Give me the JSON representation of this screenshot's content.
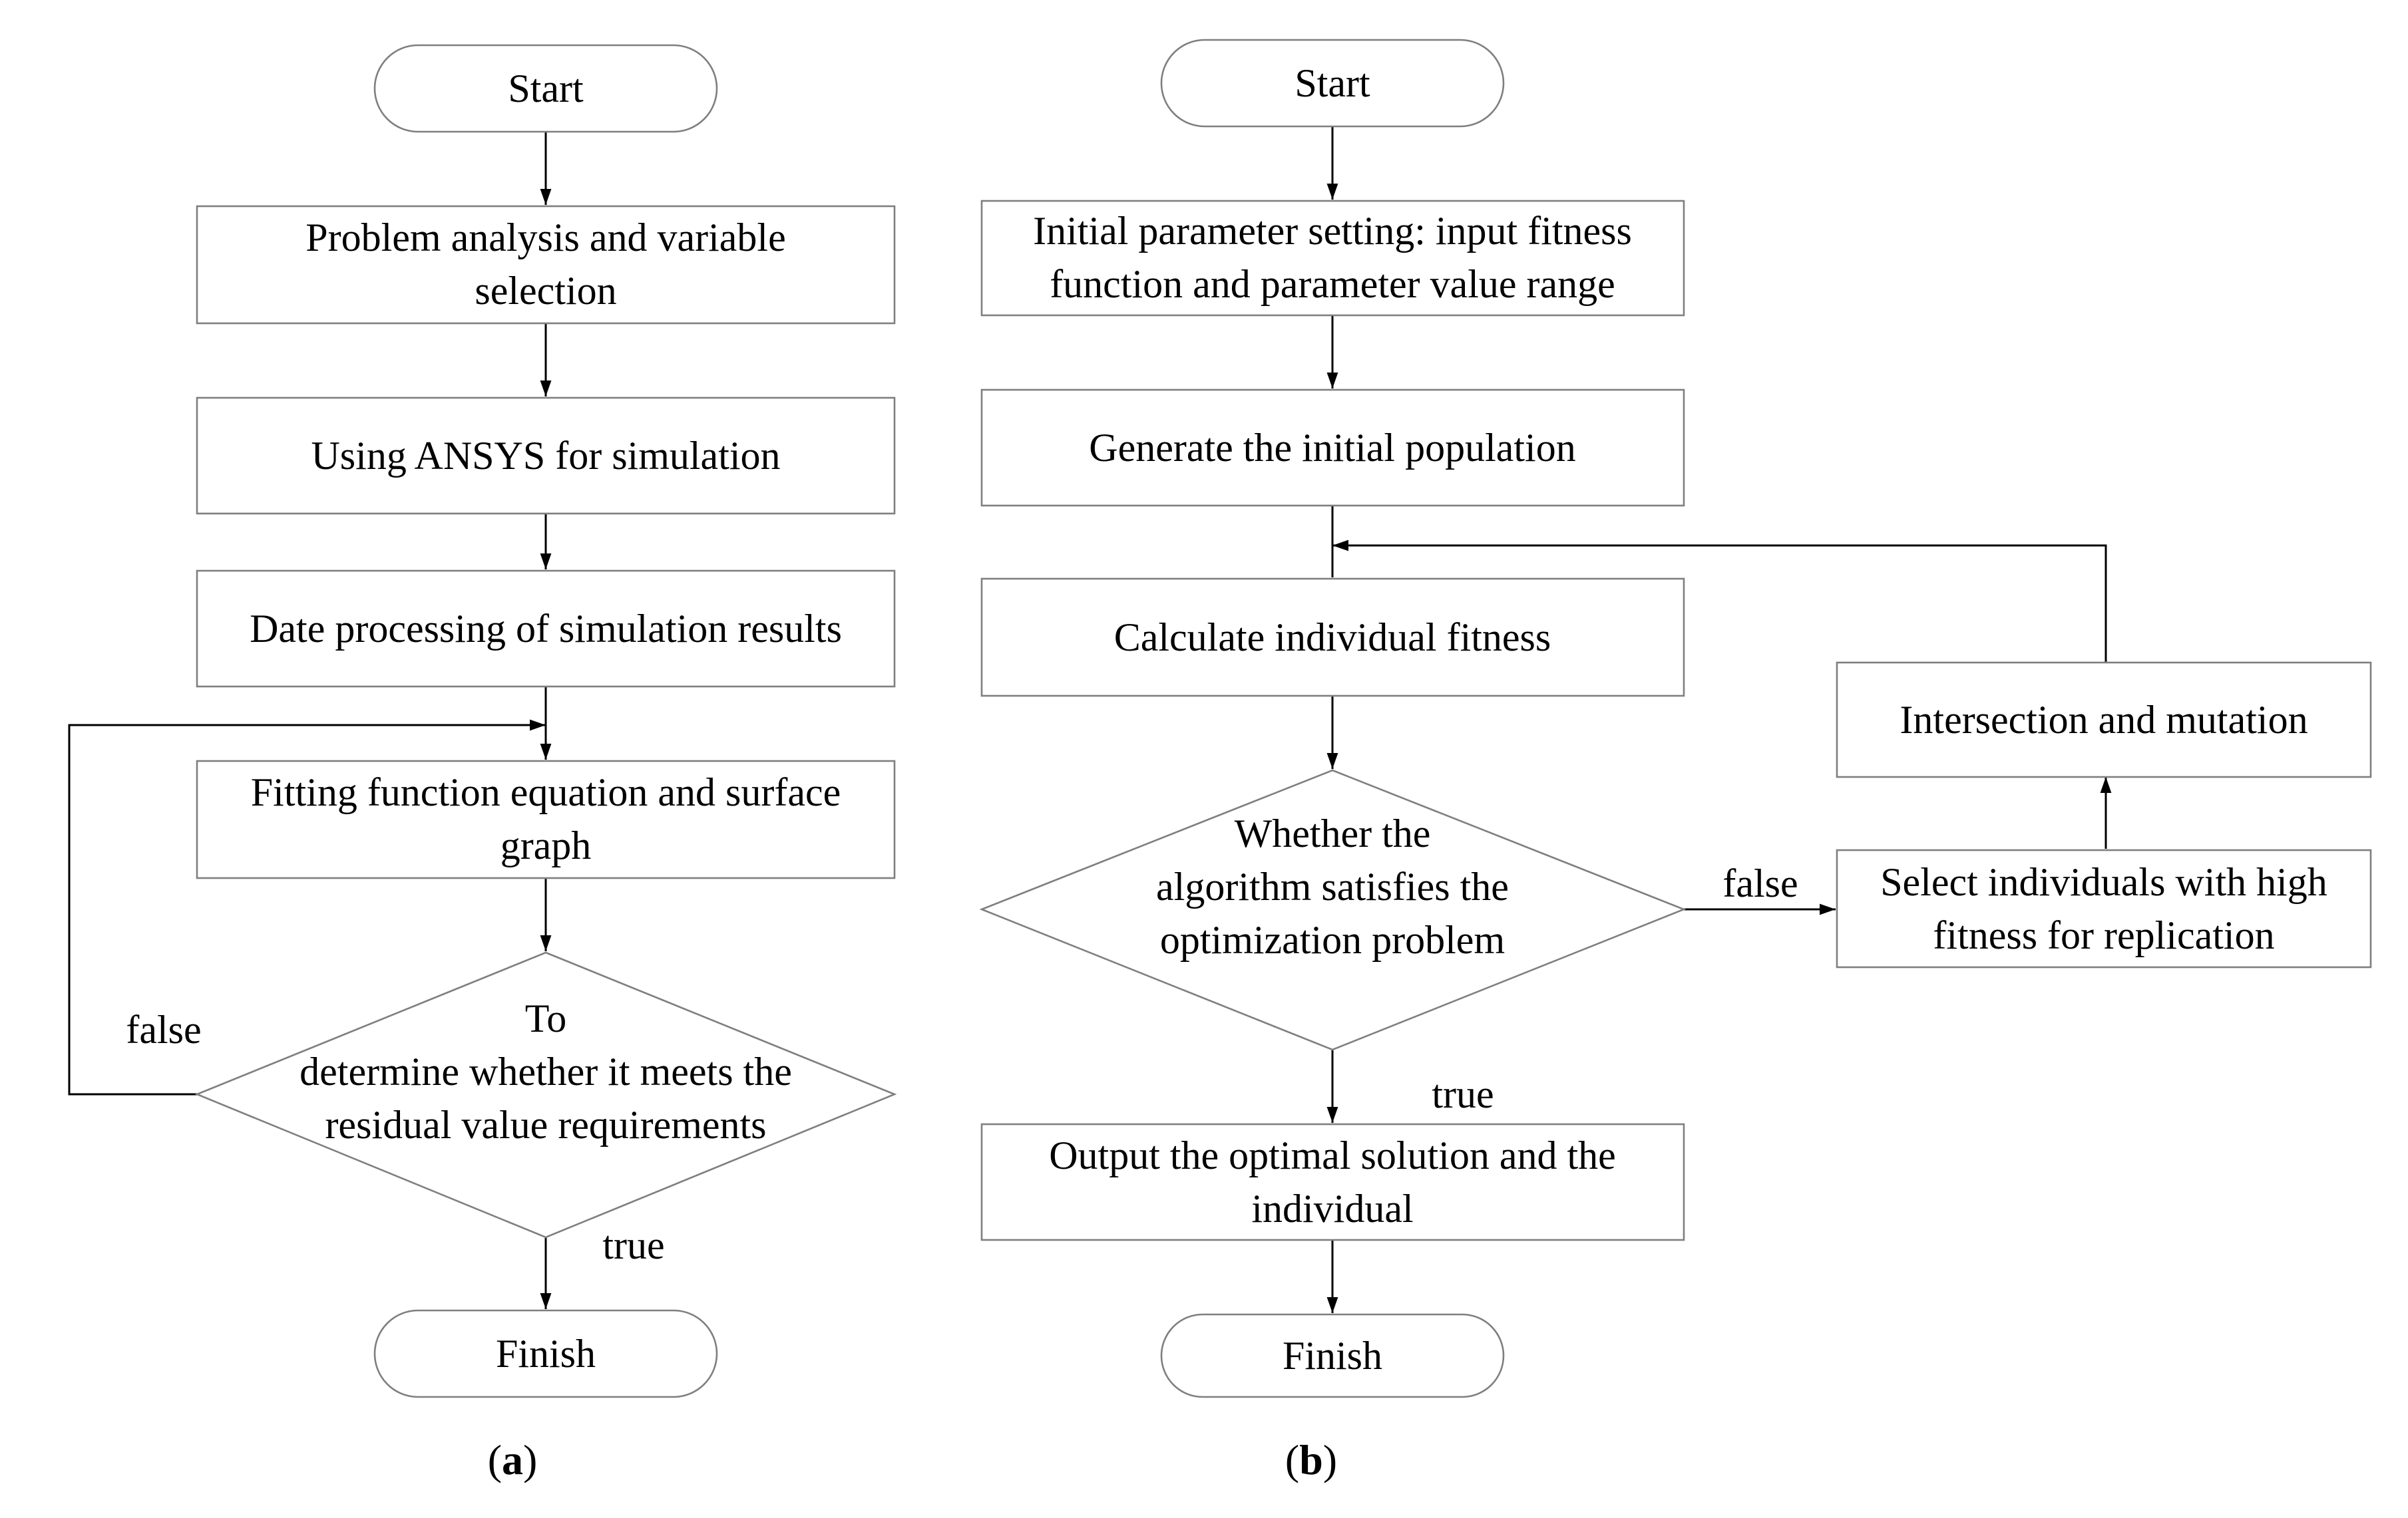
{
  "flowchart_a": {
    "start": "Start",
    "step1": [
      "Problem analysis and variable",
      "selection"
    ],
    "step2": "Using ANSYS for simulation",
    "step3": "Date processing of simulation results",
    "step4": [
      "Fitting function equation and surface",
      "graph"
    ],
    "decision": [
      "To",
      "determine whether it meets the",
      "residual value requirements"
    ],
    "false_label": "false",
    "true_label": "true",
    "finish": "Finish",
    "caption": {
      "open": "(",
      "letter": "a",
      "close": ")"
    }
  },
  "flowchart_b": {
    "start": "Start",
    "step1": [
      "Initial parameter setting: input fitness",
      "function and parameter value range"
    ],
    "step2": "Generate the initial population",
    "step3": "Calculate individual fitness",
    "decision": [
      "Whether the",
      "algorithm satisfies the",
      "optimization problem"
    ],
    "false_label": "false",
    "true_label": "true",
    "select": [
      "Select individuals with high",
      "fitness for replication"
    ],
    "mutation": "Intersection and mutation",
    "output": [
      "Output the optimal solution and the",
      "individual"
    ],
    "finish": "Finish",
    "caption": {
      "open": "(",
      "letter": "b",
      "close": ")"
    }
  }
}
